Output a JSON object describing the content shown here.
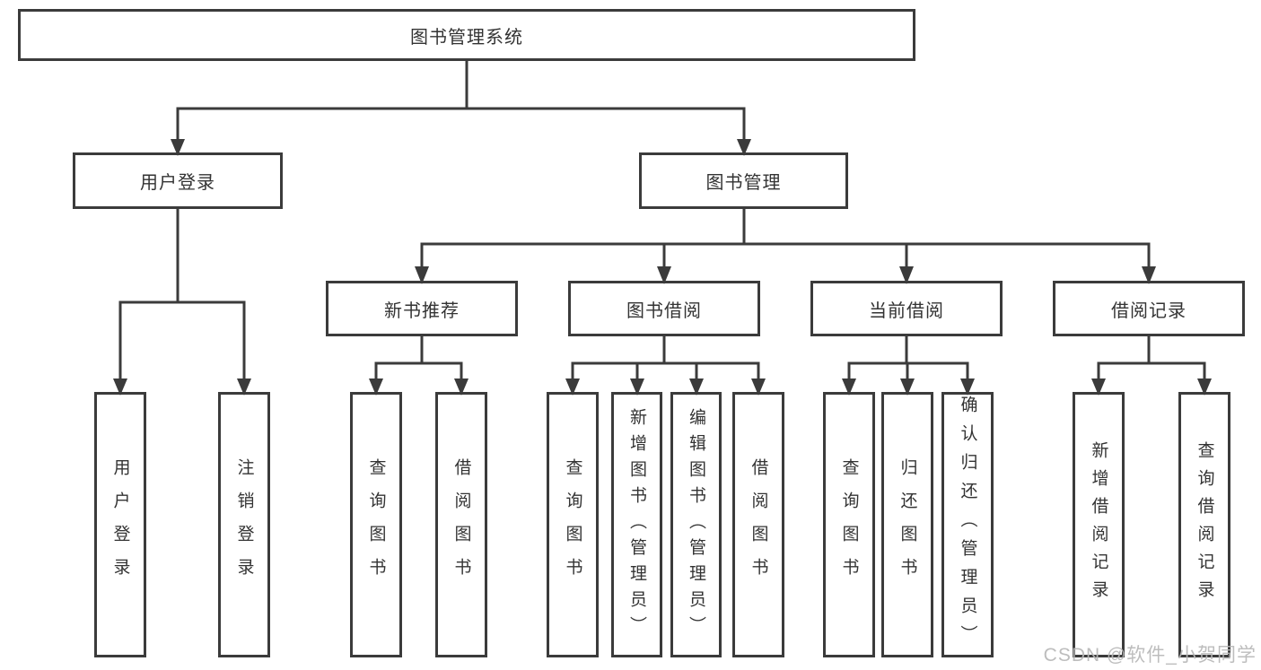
{
  "nodes": {
    "root": "图书管理系统",
    "user_login": "用户登录",
    "book_management": "图书管理",
    "new_book_recommend": "新书推荐",
    "book_borrow": "图书借阅",
    "current_borrow": "当前借阅",
    "borrow_records": "借阅记录",
    "leaf_user_login": "用户登录",
    "leaf_logout": "注销登录",
    "leaf_query_book_a": "查询图书",
    "leaf_borrow_book_a": "借阅图书",
    "leaf_query_book_b": "查询图书",
    "leaf_add_book_admin": "新增图书（管理员）",
    "leaf_edit_book_admin": "编辑图书（管理员）",
    "leaf_borrow_book_b": "借阅图书",
    "leaf_query_book_c": "查询图书",
    "leaf_return_book": "归还图书",
    "leaf_confirm_return_admin": "确认归还（管理员）",
    "leaf_add_borrow_record": "新增借阅记录",
    "leaf_query_borrow_record": "查询借阅记录"
  },
  "hierarchy": {
    "root": {
      "user_login": [
        "leaf_user_login",
        "leaf_logout"
      ],
      "book_management": {
        "new_book_recommend": [
          "leaf_query_book_a",
          "leaf_borrow_book_a"
        ],
        "book_borrow": [
          "leaf_query_book_b",
          "leaf_add_book_admin",
          "leaf_edit_book_admin",
          "leaf_borrow_book_b"
        ],
        "current_borrow": [
          "leaf_query_book_c",
          "leaf_return_book",
          "leaf_confirm_return_admin"
        ],
        "borrow_records": [
          "leaf_add_borrow_record",
          "leaf_query_borrow_record"
        ]
      }
    }
  },
  "watermark": "CSDN @软件_小贺同学",
  "colors": {
    "line": "#3b3b3b",
    "text": "#333333",
    "background": "#ffffff",
    "watermark": "#b8b8b8"
  }
}
